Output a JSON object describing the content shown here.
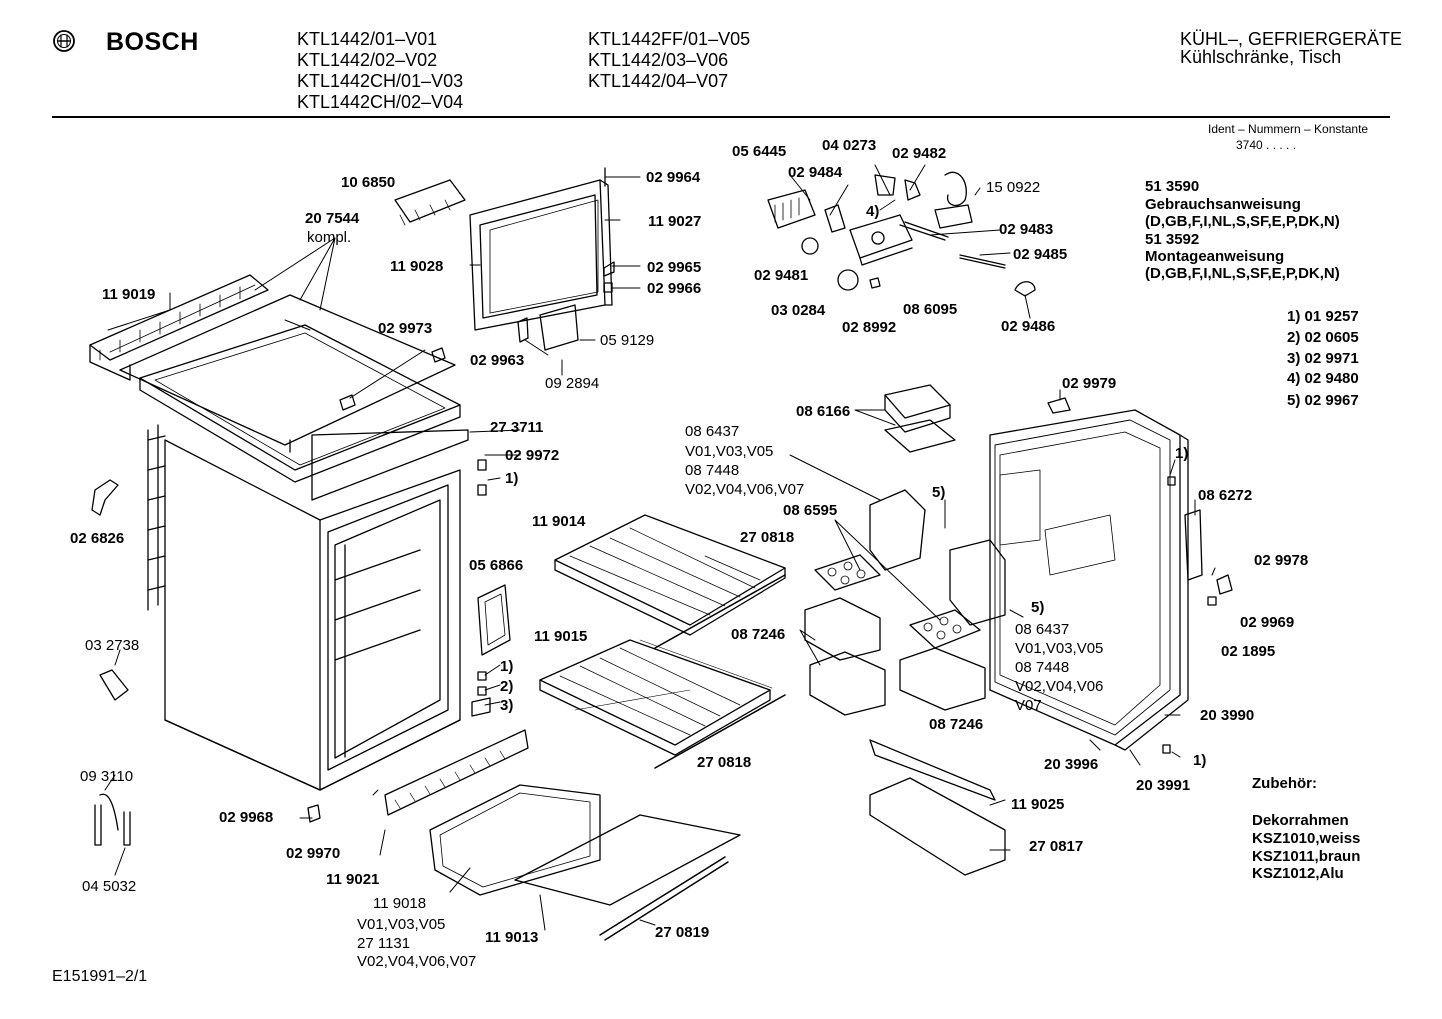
{
  "brand": {
    "name": "BOSCH"
  },
  "models_col1": [
    "KTL1442/01–V01",
    "KTL1442/02–V02",
    "KTL1442CH/01–V03",
    "KTL1442CH/02–V04"
  ],
  "models_col2": [
    "KTL1442FF/01–V05",
    "KTL1442/03–V06",
    "KTL1442/04–V07"
  ],
  "category": {
    "line1": "KÜHL–, GEFRIERGERÄTE",
    "line2": "Kühlschränke, Tisch"
  },
  "ident": {
    "title": "Ident – Nummern – Konstante",
    "value": "3740 . . . . ."
  },
  "documents": [
    "51 3590",
    "Gebrauchsanweisung",
    "(D,GB,F,I,NL,S,SF,E,P,DK,N)",
    "51 3592",
    "Montageanweisung",
    "(D,GB,F,I,NL,S,SF,E,P,DK,N)"
  ],
  "footnotes": [
    "1) 01 9257",
    "2) 02 0605",
    "3) 02 9971",
    "4) 02 9480",
    "5) 02 9967"
  ],
  "accessories": {
    "title": "Zubehör:",
    "items": [
      "Dekorrahmen",
      "KSZ1010,weiss",
      "KSZ1011,braun",
      "KSZ1012,Alu"
    ]
  },
  "drawing_id": "E151991–2/1",
  "parts": {
    "p106850": "10 6850",
    "p207544": "20 7544",
    "kompl": "kompl.",
    "p119019": "11 9019",
    "p029973": "02 9973",
    "p273711": "27 3711",
    "p029972": "02 9972",
    "p026826": "02 6826",
    "p032738": "03 2738",
    "p093110": "09 3110",
    "p045032": "04 5032",
    "p029968": "02 9968",
    "p029970": "02 9970",
    "p119021": "11 9021",
    "p119018": "11 9018",
    "v010305a": "V01,V03,V05",
    "p271131": "27 1131",
    "v02040607a": "V02,V04,V06,V07",
    "p119013": "11 9013",
    "p270819": "27 0819",
    "p029964": "02 9964",
    "p119027": "11 9027",
    "p119028": "11 9028",
    "p029965": "02 9965",
    "p029966": "02 9966",
    "p029963": "02 9963",
    "p059129": "05 9129",
    "p092894": "09 2894",
    "p056445": "05 6445",
    "p029484": "02 9484",
    "p040273": "04 0273",
    "p029482": "02 9482",
    "p150922": "15 0922",
    "p029483": "02 9483",
    "p029485": "02 9485",
    "p029481": "02 9481",
    "p030284": "03 0284",
    "p028992": "02 8992",
    "p086095": "08 6095",
    "p029486": "02 9486",
    "fn4": "4)",
    "p086166": "08 6166",
    "p086437a": "08 6437",
    "v010305b": "V01,V03,V05",
    "p087448a": "08 7448",
    "v02040607b": "V02,V04,V06,V07",
    "p119014": "11 9014",
    "p270818a": "27 0818",
    "p086595": "08 6595",
    "p056866": "05 6866",
    "p119015": "11 9015",
    "p087246a": "08 7246",
    "p270818b": "27 0818",
    "fn1a": "1)",
    "fn2": "2)",
    "fn3": "3)",
    "fn1b": "1)",
    "fn5a": "5)",
    "fn5b": "5)",
    "p086437b": "08 6437",
    "v010305c": "V01,V03,V05",
    "p087448b": "08 7448",
    "v020406c": "V02,V04,V06",
    "v07": "V07",
    "p087246b": "08 7246",
    "p029979": "02 9979",
    "fn1c": "1)",
    "p086272": "08 6272",
    "p029978": "02 9978",
    "p029969": "02 9969",
    "p021895": "02 1895",
    "p203990": "20 3990",
    "p203996": "20 3996",
    "p203991": "20 3991",
    "fn1d": "1)",
    "p119025": "11 9025",
    "p270817": "27 0817"
  }
}
